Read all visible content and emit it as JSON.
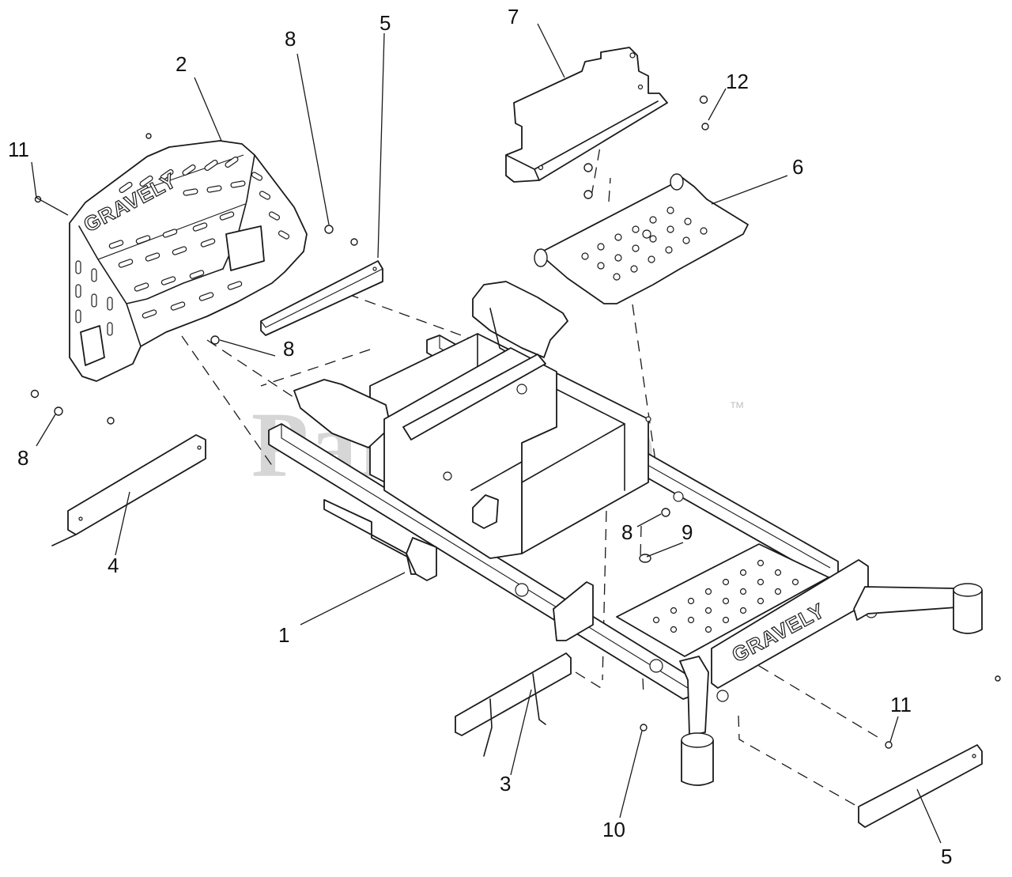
{
  "diagram": {
    "watermark": {
      "text": "PartsTree",
      "trademark": "™",
      "color": "#d6d6d6"
    },
    "brand_marks": {
      "shield": "GRAVELY",
      "rear_plate": "GRAVELY"
    },
    "callouts": [
      "1",
      "2",
      "3",
      "4",
      "5",
      "5",
      "6",
      "7",
      "8",
      "8",
      "8",
      "8",
      "9",
      "10",
      "11",
      "11",
      "12"
    ]
  }
}
